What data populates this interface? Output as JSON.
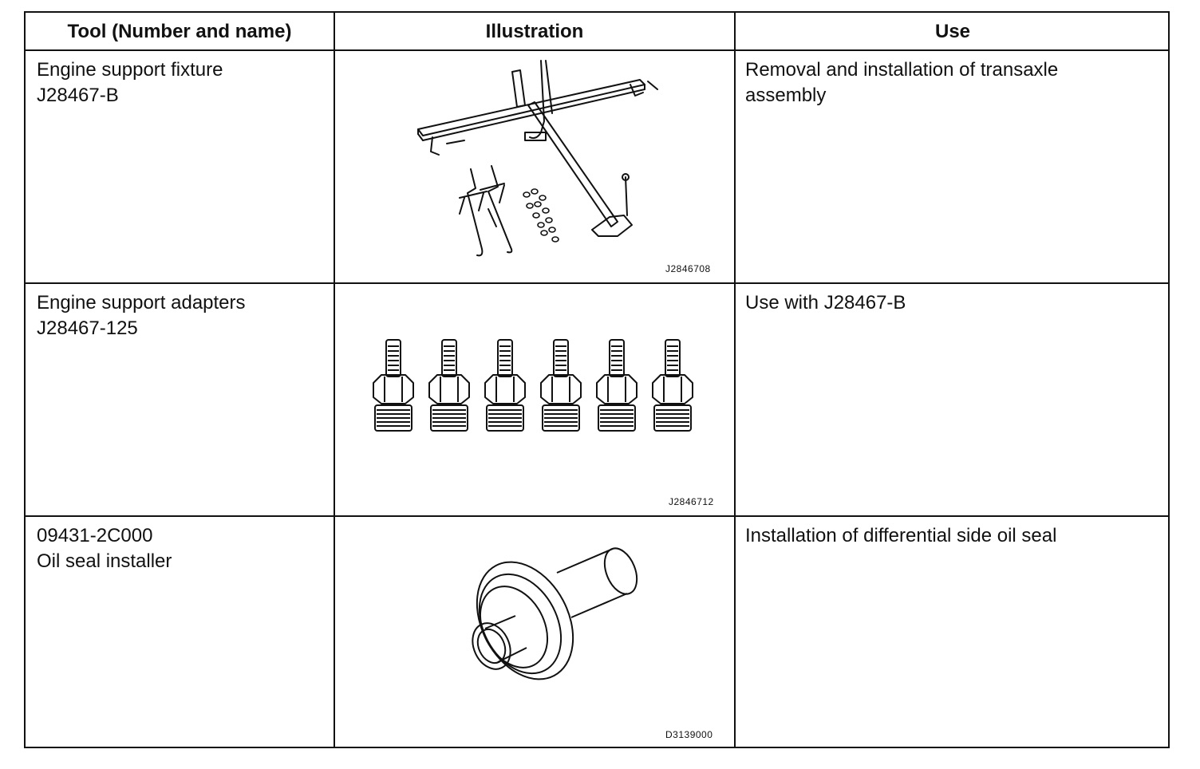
{
  "headers": [
    "Tool (Number and name)",
    "Illustration",
    "Use"
  ],
  "rows": [
    {
      "tool_line1": "Engine support fixture",
      "tool_line2": "J28467-B",
      "figure_code": "J2846708",
      "use_line1": "Removal and installation of transaxle",
      "use_line2": "assembly",
      "illustration": "engine-support-fixture"
    },
    {
      "tool_line1": "Engine support adapters",
      "tool_line2": "J28467-125",
      "figure_code": "J2846712",
      "use_line1": "Use with J28467-B",
      "use_line2": "",
      "illustration": "support-adapters"
    },
    {
      "tool_line1": "09431-2C000",
      "tool_line2": "Oil seal installer",
      "figure_code": "D3139000",
      "use_line1": "Installation of differential side oil seal",
      "use_line2": "",
      "illustration": "oil-seal-installer"
    }
  ]
}
